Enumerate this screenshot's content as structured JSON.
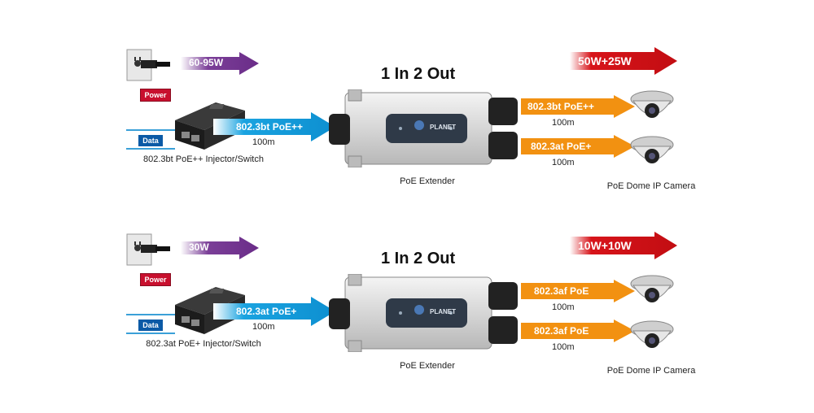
{
  "panels": [
    {
      "power_label": "Power",
      "data_label": "Data",
      "input_power": "60-95W",
      "injector_label": "802.3bt PoE++ Injector/Switch",
      "link_standard": "802.3bt PoE++",
      "link_distance": "100m",
      "title": "1 In 2 Out",
      "device_label": "PoE Extender",
      "brand": "PLANET",
      "output_power": "50W+25W",
      "outputs": [
        {
          "standard": "802.3bt PoE++",
          "distance": "100m"
        },
        {
          "standard": "802.3at PoE+",
          "distance": "100m"
        }
      ],
      "camera_label": "PoE Dome IP Camera"
    },
    {
      "power_label": "Power",
      "data_label": "Data",
      "input_power": "30W",
      "injector_label": "802.3at PoE+ Injector/Switch",
      "link_standard": "802.3at PoE+",
      "link_distance": "100m",
      "title": "1 In 2 Out",
      "device_label": "PoE Extender",
      "brand": "PLANET",
      "output_power": "10W+10W",
      "outputs": [
        {
          "standard": "802.3af PoE",
          "distance": "100m"
        },
        {
          "standard": "802.3af PoE",
          "distance": "100m"
        }
      ],
      "camera_label": "PoE Dome IP Camera"
    }
  ],
  "colors": {
    "power_arrow": "#7b3f98",
    "blue_arrow": "#1aa3e0",
    "orange_arrow": "#f29111",
    "red_arrow": "#d7141a",
    "power_tag": "#c8102e",
    "data_tag": "#0b5aa6"
  },
  "icons": [
    "power-outlet-icon",
    "poe-injector-icon",
    "poe-extender-icon",
    "dome-camera-icon"
  ]
}
